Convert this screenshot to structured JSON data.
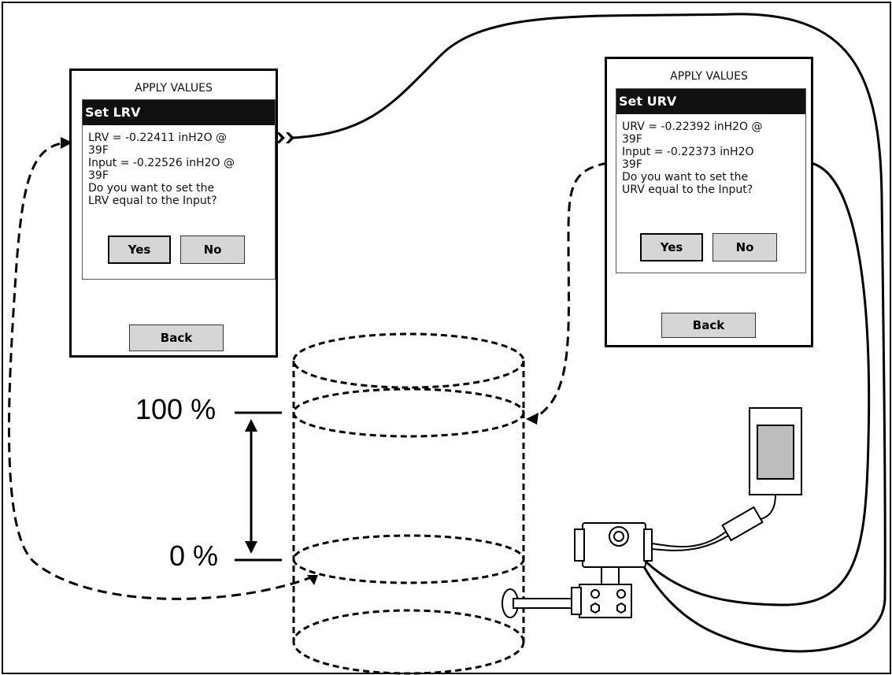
{
  "lrv_panel": {
    "header": "APPLY VALUES",
    "title": "Set LRV",
    "lines": [
      "LRV = -0.22411 inH2O @",
      "39F",
      "Input = -0.22526 inH2O @",
      "39F",
      "Do you want to set the",
      "LRV equal to the Input?"
    ],
    "yes_label": "Yes",
    "no_label": "No",
    "back_label": "Back"
  },
  "urv_panel": {
    "header": "APPLY VALUES",
    "title": "Set URV",
    "lines": [
      "URV = -0.22392 inH2O @",
      "39F",
      "Input = -0.22373 inH2O",
      "39F",
      "Do you want to set the",
      "URV equal to the Input?"
    ],
    "yes_label": "Yes",
    "no_label": "No",
    "back_label": "Back"
  },
  "levels": {
    "top_label": "100 %",
    "bottom_label": "0 %"
  }
}
